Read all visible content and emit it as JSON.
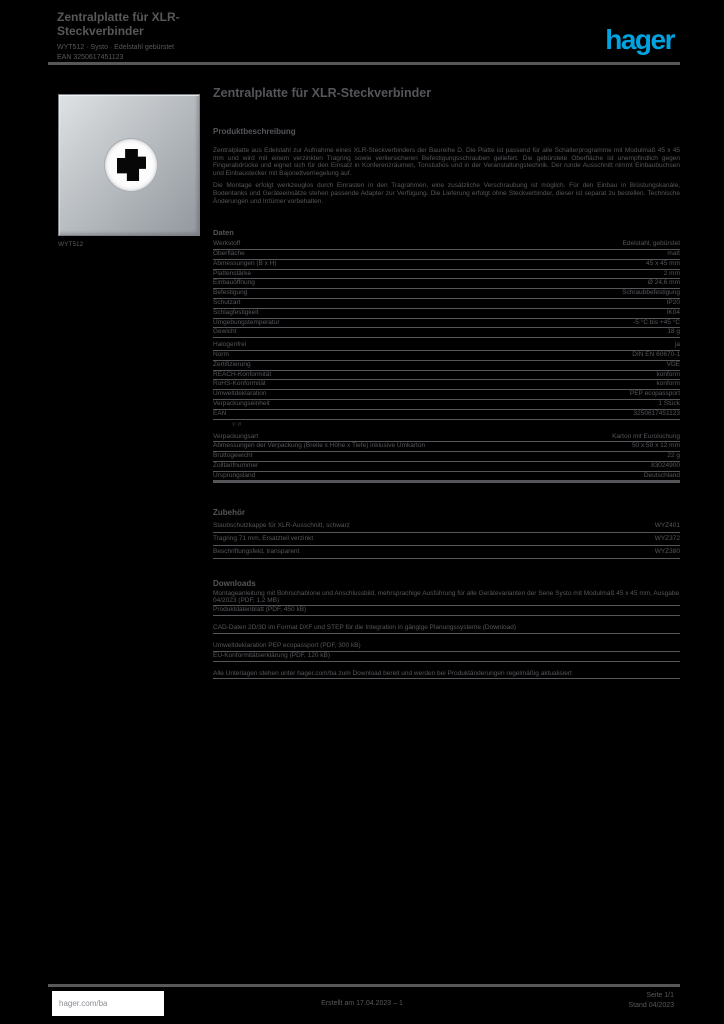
{
  "colors": {
    "background": "#000000",
    "text_grey": "#58585a",
    "brand_blue": "#00a3e0",
    "footer_box": "#ffffff"
  },
  "header": {
    "title": "Zentralplatte für XLR-Steckverbinder",
    "subtitle1": "WYT512 · Systo · Edelstahl gebürstet",
    "subtitle2": "EAN 3250617451123",
    "logo_text": "hager"
  },
  "product": {
    "image_caption": "WYT512",
    "title": "Zentralplatte für XLR-Steckverbinder"
  },
  "description": {
    "heading": "Produktbeschreibung",
    "paragraph1": "Zentralplatte aus Edelstahl zur Aufnahme eines XLR-Steckverbinders der Baureihe D. Die Platte ist passend für alle Schalterprogramme mit Modulmaß 45 x 45 mm und wird mit einem verzinkten Tragring sowie verliersicheren Befestigungsschrauben geliefert. Die gebürstete Oberfläche ist unempfindlich gegen Fingerabdrücke und eignet sich für den Einsatz in Konferenzräumen, Tonstudios und in der Veranstaltungstechnik. Der runde Ausschnitt nimmt Einbaubuchsen und Einbaustecker mit Bajonettverriegelung auf.",
    "paragraph2": "Die Montage erfolgt werkzeuglos durch Einrasten in den Tragrahmen, eine zusätzliche Verschraubung ist möglich. Für den Einbau in Brüstungskanäle, Bodentanks und Geräteeinsätze stehen passende Adapter zur Verfügung. Die Lieferung erfolgt ohne Steckverbinder, dieser ist separat zu bestellen. Technische Änderungen und Irrtümer vorbehalten."
  },
  "specs": {
    "heading": "Daten",
    "rows_a": [
      {
        "label": "Werkstoff",
        "value": "Edelstahl, gebürstet"
      },
      {
        "label": "Oberfläche",
        "value": "matt"
      },
      {
        "label": "Abmessungen (B x H)",
        "value": "45 x 45 mm"
      },
      {
        "label": "Plattenstärke",
        "value": "2 mm"
      },
      {
        "label": "Einbauöffnung",
        "value": "Ø 24,6 mm"
      },
      {
        "label": "Befestigung",
        "value": "Schraubbefestigung"
      },
      {
        "label": "Schutzart",
        "value": "IP20"
      },
      {
        "label": "Schlagfestigkeit",
        "value": "IK04"
      },
      {
        "label": "Umgebungstemperatur",
        "value": "-5 °C bis +45 °C"
      },
      {
        "label": "Gewicht",
        "value": "18 g"
      }
    ],
    "rows_b": [
      {
        "label": "Halogenfrei",
        "value": "ja"
      },
      {
        "label": "Norm",
        "value": "DIN EN 60670-1"
      },
      {
        "label": "Zertifizierung",
        "value": "VDE"
      },
      {
        "label": "REACH-Konformität",
        "value": "konform"
      },
      {
        "label": "RoHS-Konformität",
        "value": "konform"
      },
      {
        "label": "Umweltdeklaration",
        "value": "PEP ecopassport"
      },
      {
        "label": "Verpackungseinheit",
        "value": "1 Stück"
      },
      {
        "label": "EAN",
        "value": "3250617451123"
      }
    ],
    "footnote_marks": "¹⁾   ²⁾",
    "rows_c": [
      {
        "label": "Verpackungsart",
        "value": "Karton mit Eurolochung"
      },
      {
        "label": "Abmessungen der Verpackung (Breite x Höhe x Tiefe) inklusive Umkarton",
        "value": "50 x 50 x 12 mm"
      },
      {
        "label": "Bruttogewicht",
        "value": "22 g"
      },
      {
        "label": "Zolltarifnummer",
        "value": "83024900"
      },
      {
        "label": "Ursprungsland",
        "value": "Deutschland"
      }
    ]
  },
  "accessories": {
    "heading": "Zubehör",
    "rows": [
      {
        "label": "Staubschutzkappe für XLR-Ausschnitt, schwarz",
        "value": "WYZ401"
      },
      {
        "label": "Tragring 71 mm, Ersatzteil verzinkt",
        "value": "WYZ372"
      },
      {
        "label": "Beschriftungsfeld, transparent",
        "value": "WYZ380"
      }
    ]
  },
  "downloads": {
    "heading": "Downloads",
    "items": [
      {
        "text": "Montageanleitung mit Bohrschablone und Anschlussbild, mehrsprachige Ausführung für alle Gerätevarianten der Serie Systo mit Modulmaß 45 x 45 mm, Ausgabe 04/2023 (PDF, 1,2 MB)",
        "gap": false
      },
      {
        "text": "Produktdatenblatt (PDF, 450 kB)",
        "gap": false
      },
      {
        "text": "CAD-Daten 2D/3D im Format DXF und STEP für die Integration in gängige Planungssysteme (Download)",
        "gap": true
      },
      {
        "text": "Umweltdeklaration PEP ecopassport (PDF, 300 kB)",
        "gap": true
      },
      {
        "text": "EU-Konformitätserklärung (PDF, 120 kB)",
        "gap": false
      },
      {
        "text": "Alle Unterlagen stehen unter hager.com/ba zum Download bereit und werden bei Produktänderungen regelmäßig aktualisiert",
        "gap": true
      }
    ]
  },
  "footer": {
    "link": "hager.com/ba",
    "center_text": "Erstellt am 17.04.2023 –  1",
    "right_line1": "Seite 1/1",
    "right_line2": "Stand 04/2023"
  }
}
